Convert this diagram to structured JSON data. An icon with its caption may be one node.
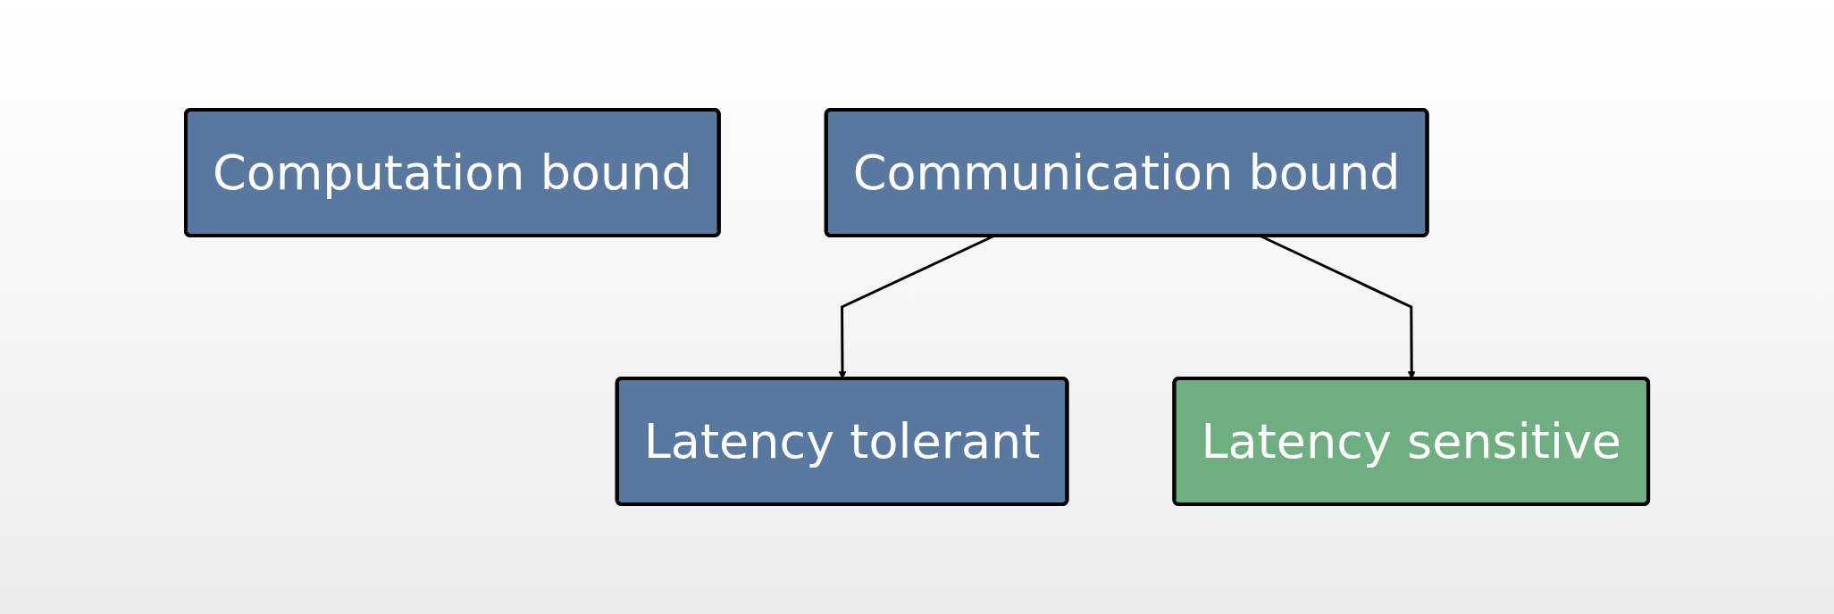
{
  "diagram": {
    "nodes": [
      {
        "text": [
          "Computation bound"
        ]
      },
      {
        "text": [
          "Communication bound"
        ]
      },
      {
        "text": [
          "Latency tolerant"
        ]
      },
      {
        "text": [
          "Latency sensitive"
        ]
      }
    ],
    "edges": [
      {
        "from": 1,
        "to": 2,
        "arrow": "to"
      },
      {
        "from": 1,
        "to": 3,
        "arrow": "to"
      }
    ]
  }
}
